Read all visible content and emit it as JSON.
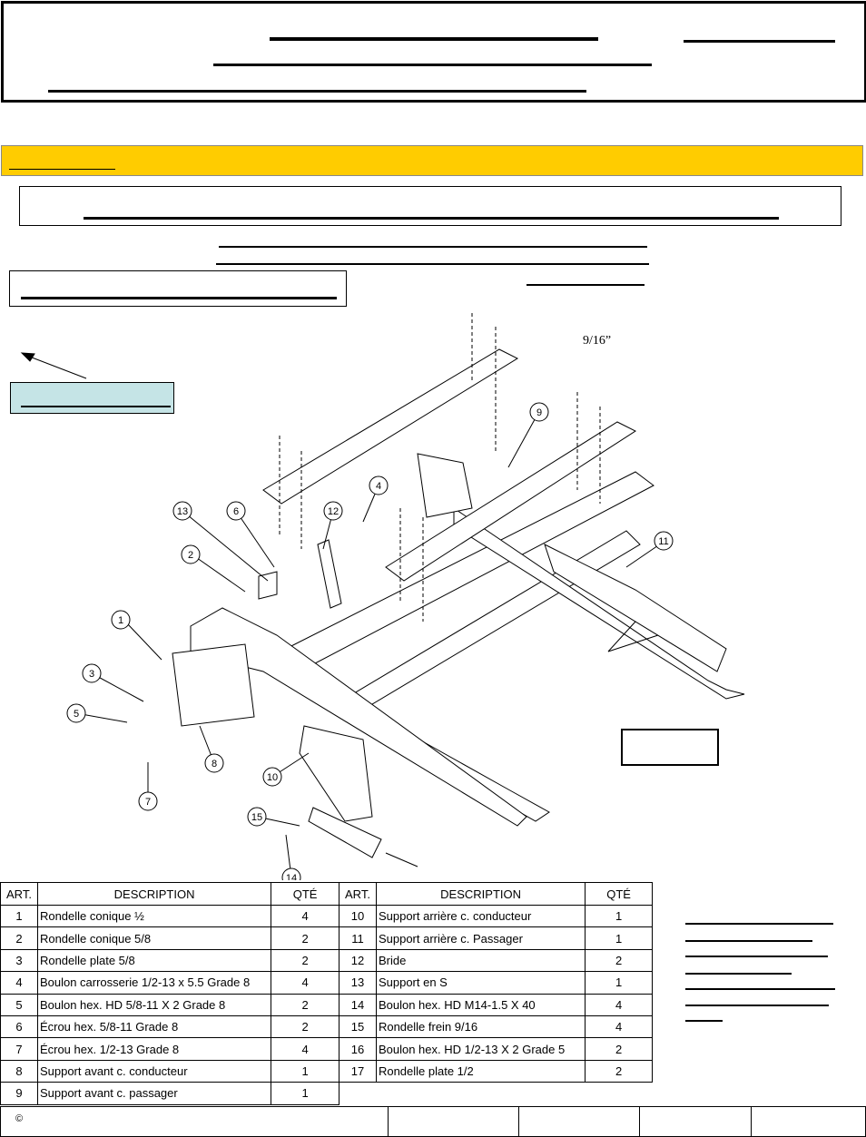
{
  "document": {
    "dimension_label": "9/16”",
    "copyright_symbol": "©"
  },
  "callouts": [
    "1",
    "2",
    "3",
    "4",
    "5",
    "6",
    "7",
    "8",
    "9",
    "10",
    "11",
    "12",
    "13",
    "14",
    "15"
  ],
  "parts_table": {
    "headers": {
      "art": "ART.",
      "description": "DESCRIPTION",
      "qty": "QTÉ"
    },
    "left_rows": [
      {
        "art": "1",
        "description": "Rondelle conique ½",
        "qty": "4"
      },
      {
        "art": "2",
        "description": "Rondelle conique 5/8",
        "qty": "2"
      },
      {
        "art": "3",
        "description": "Rondelle plate 5/8",
        "qty": "2"
      },
      {
        "art": "4",
        "description": "Boulon carrosserie 1/2-13 x 5.5 Grade 8",
        "qty": "4"
      },
      {
        "art": "5",
        "description": "Boulon hex. HD 5/8-11 X 2 Grade 8",
        "qty": "2"
      },
      {
        "art": "6",
        "description": "Écrou hex. 5/8-11 Grade 8",
        "qty": "2"
      },
      {
        "art": "7",
        "description": "Écrou hex. 1/2-13 Grade 8",
        "qty": "4"
      },
      {
        "art": "8",
        "description": "Support avant c. conducteur",
        "qty": "1"
      },
      {
        "art": "9",
        "description": "Support avant c. passager",
        "qty": "1"
      }
    ],
    "right_rows": [
      {
        "art": "10",
        "description": "Support arrière c. conducteur",
        "qty": "1"
      },
      {
        "art": "11",
        "description": "Support arrière c.  Passager",
        "qty": "1"
      },
      {
        "art": "12",
        "description": "Bride",
        "qty": "2"
      },
      {
        "art": "13",
        "description": "Support en S",
        "qty": "1"
      },
      {
        "art": "14",
        "description": "Boulon hex. HD M14-1.5 X 40",
        "qty": "4"
      },
      {
        "art": "15",
        "description": "Rondelle frein 9/16",
        "qty": "4"
      },
      {
        "art": "16",
        "description": "Boulon hex. HD 1/2-13 X 2 Grade 5",
        "qty": "2"
      },
      {
        "art": "17",
        "description": "Rondelle plate 1/2",
        "qty": "2"
      }
    ]
  }
}
